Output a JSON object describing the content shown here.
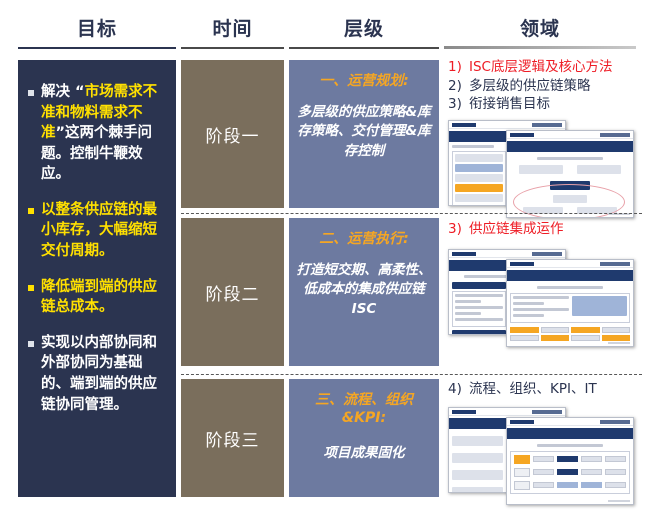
{
  "headers": {
    "goal": "目标",
    "time": "时间",
    "level": "层级",
    "domain": "领域"
  },
  "colors": {
    "goal_panel_bg": "#2b3450",
    "stage_bg": "#7a6e5c",
    "level_bg": "#6d7aa0",
    "level_title": "#f5a623",
    "highlight_yellow": "#ffe000",
    "domain_red": "#ee1c25",
    "domain_navy": "#2b3450"
  },
  "goal_panel": {
    "items": [
      {
        "bullet_color": "white",
        "segments": [
          {
            "text": "解决 “",
            "color": "white"
          },
          {
            "text": "市场需求不准和物料需求不准",
            "color": "yellow"
          },
          {
            "text": "”这两个棘手问题。控制牛鞭效应。",
            "color": "white"
          }
        ]
      },
      {
        "bullet_color": "yellow",
        "segments": [
          {
            "text": "以整条供应链的最小库存，大幅缩短交付周期。",
            "color": "yellow"
          }
        ]
      },
      {
        "bullet_color": "yellow",
        "segments": [
          {
            "text": "降低端到端的供应链总成本。",
            "color": "yellow"
          }
        ]
      },
      {
        "bullet_color": "white",
        "segments": [
          {
            "text": "实现以内部协同和外部协同为基础的、端到端的供应链协同管理。",
            "color": "white"
          }
        ]
      }
    ]
  },
  "stages": [
    {
      "label": "阶段一"
    },
    {
      "label": "阶段二"
    },
    {
      "label": "阶段三"
    }
  ],
  "levels": [
    {
      "title": "一、运营规划:",
      "body": "多层级的供应策略&库存策略、交付管理&库存控制"
    },
    {
      "title": "二、运营执行:",
      "body": "打造短交期、高柔性、低成本的集成供应链 ISC"
    },
    {
      "title": "三、流程、组织&KPI:",
      "body": "项目成果固化"
    }
  ],
  "domain_rows": [
    {
      "items": [
        {
          "num": "1)",
          "text": "ISC底层逻辑及核心方法",
          "color": "red"
        },
        {
          "num": "2)",
          "text": "多层级的供应链策略",
          "color": "navy"
        },
        {
          "num": "3)",
          "text": "衔接销售目标",
          "color": "navy"
        }
      ]
    },
    {
      "items": [
        {
          "num": "3)",
          "text": "供应链集成运作",
          "color": "red"
        }
      ]
    },
    {
      "items": [
        {
          "num": "4)",
          "text": "流程、组织、KPI、IT",
          "color": "navy"
        }
      ]
    }
  ]
}
